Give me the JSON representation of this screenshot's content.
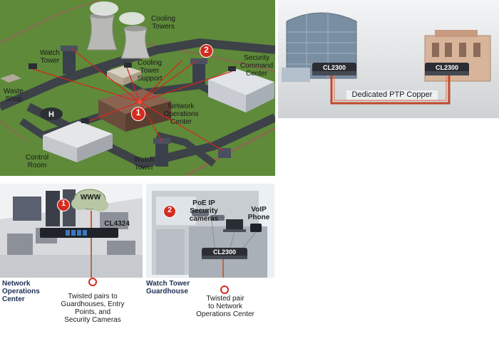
{
  "campus": {
    "labels": {
      "cooling_towers": "Cooling\nTowers",
      "watch_tower_top": "Watch\nTower",
      "cooling_tower_support": "Cooling\nTower\nSupport",
      "security_command_center": "Security\nCommand\nCenter",
      "waste_shop": "Waste\nShop",
      "network_operations_center": "Network\nOperations\nCenter",
      "control_room": "Control\nRoom",
      "watch_tower_bottom": "Watch\nTower"
    },
    "markers": {
      "one": "1",
      "two": "2"
    }
  },
  "ptp": {
    "device_left": "CL2300",
    "device_right": "CL2300",
    "link_label": "Dedicated PTP Copper"
  },
  "noc": {
    "cloud_label": "WWW",
    "switch_label": "CL4324",
    "marker": "1",
    "title": "Network\nOperations\nCenter",
    "caption": "Twisted pairs to\nGuardhouses, Entry\nPoints, and\nSecurity Cameras"
  },
  "guardhouse": {
    "marker": "2",
    "poe_label": "PoE IP\nSecurity\ncameras",
    "voip_label": "VoIP\nPhone",
    "device_label": "CL2300",
    "title": "Watch Tower\nGuardhouse",
    "caption": "Twisted pair\nto Network\nOperations Center"
  },
  "colors": {
    "grass": "#5e8a3a",
    "road": "#3d4148",
    "link_red": "#d8261b",
    "marker_red": "#d52b1e",
    "copper": "#c0492b"
  }
}
